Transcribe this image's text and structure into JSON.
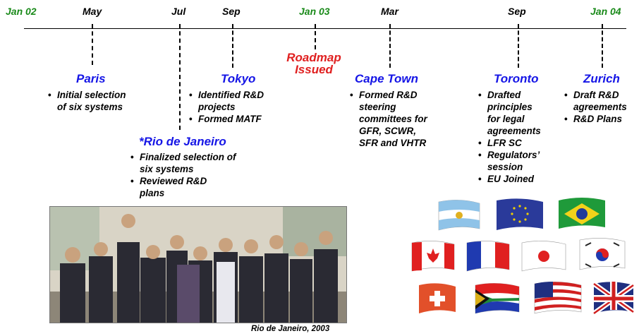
{
  "months": [
    {
      "label": "Jan 02",
      "color": "#1a8a1a"
    },
    {
      "label": "May",
      "color": "#000000"
    },
    {
      "label": "Jul",
      "color": "#000000"
    },
    {
      "label": "Sep",
      "color": "#000000"
    },
    {
      "label": "Jan 03",
      "color": "#1a8a1a"
    },
    {
      "label": "Mar",
      "color": "#000000"
    },
    {
      "label": "Sep",
      "color": "#000000"
    },
    {
      "label": "Jan 04",
      "color": "#1a8a1a"
    }
  ],
  "roadmap": {
    "line1": "Roadmap",
    "line2": "Issued",
    "color": "#e02020"
  },
  "meetings": {
    "paris": {
      "city": "Paris",
      "items": [
        "Initial selection of six systems"
      ]
    },
    "rio": {
      "city": "*Rio de Janeiro",
      "items": [
        "Finalized selection of six systems",
        "Reviewed R&D plans"
      ]
    },
    "tokyo": {
      "city": "Tokyo",
      "items": [
        "Identified R&D projects",
        "Formed MATF"
      ]
    },
    "capetown": {
      "city": "Cape Town",
      "items": [
        "Formed R&D steering committees for GFR, SCWR, SFR and VHTR"
      ]
    },
    "toronto": {
      "city": "Toronto",
      "items": [
        "Drafted principles for legal agreements",
        "LFR SC",
        "Regulators’ session",
        "EU Joined"
      ]
    },
    "zurich": {
      "city": "Zurich",
      "items": [
        "Draft R&D agreements",
        "R&D Plans"
      ]
    }
  },
  "photo_caption": "Rio de Janeiro, 2003",
  "flags": [
    "argentina-flag-icon",
    "eu-flag-icon",
    "brazil-flag-icon",
    "canada-flag-icon",
    "france-flag-icon",
    "japan-flag-icon",
    "korea-flag-icon",
    "switzerland-flag-icon",
    "south-africa-flag-icon",
    "usa-flag-icon",
    "uk-flag-icon"
  ],
  "colors": {
    "city_blue": "#1515e6",
    "green": "#1a8a1a",
    "red": "#e02020"
  }
}
